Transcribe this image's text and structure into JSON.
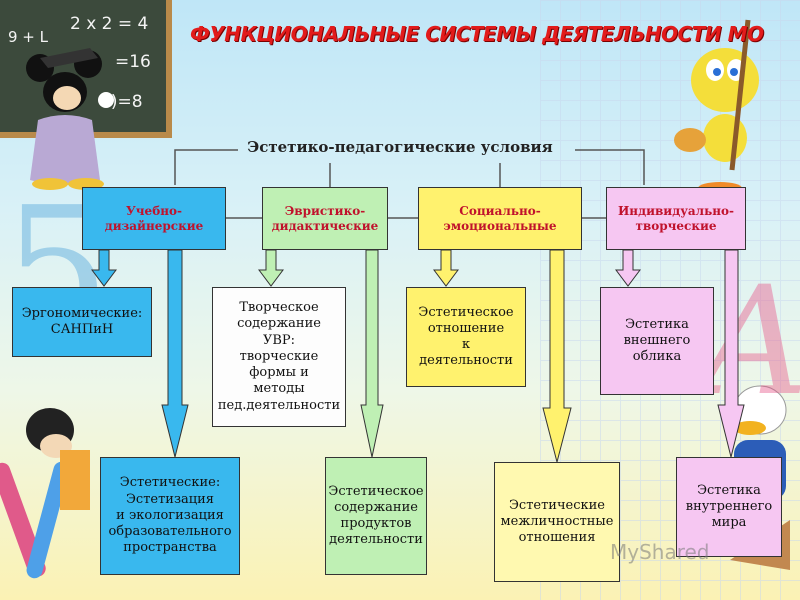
{
  "title": "ФУНКЦИОНАЛЬНЫЕ СИСТЕМЫ ДЕЯТЕЛЬНОСТИ МО",
  "header": "Эстетико-педагогические условия",
  "chalkboard": [
    "9 + L",
    "2 x 2 = 4",
    "=16",
    "4)=8"
  ],
  "categories": [
    {
      "label": "Учебно-\nдизайнерские",
      "color": "#39b8ee"
    },
    {
      "label": "Эвристико-\nдидактические",
      "color": "#bff0b4"
    },
    {
      "label": "Социально-\nэмоциональные",
      "color": "#fff26e"
    },
    {
      "label": "Индивидуально-\nтворческие",
      "color": "#f6c7f2"
    }
  ],
  "middle": [
    "Эргономические:\nСАНПиН",
    "Творческое\nсодержание\nУВР:\nтворческие\nформы и\nметоды\nпед.деятельности",
    "Эстетическое\nотношение\nк\nдеятельности",
    "Эстетика\nвнешнего\nоблика"
  ],
  "bottom": [
    "Эстетические:\nЭстетизация\nи экологизация\nобразовательного\nпространства",
    "Эстетическое\nсодержание\nпродуктов\nдеятельности",
    "Эстетические\nмежличностные\nотношения",
    "Эстетика\nвнутреннего\nмира"
  ],
  "watermark": "MyShared"
}
